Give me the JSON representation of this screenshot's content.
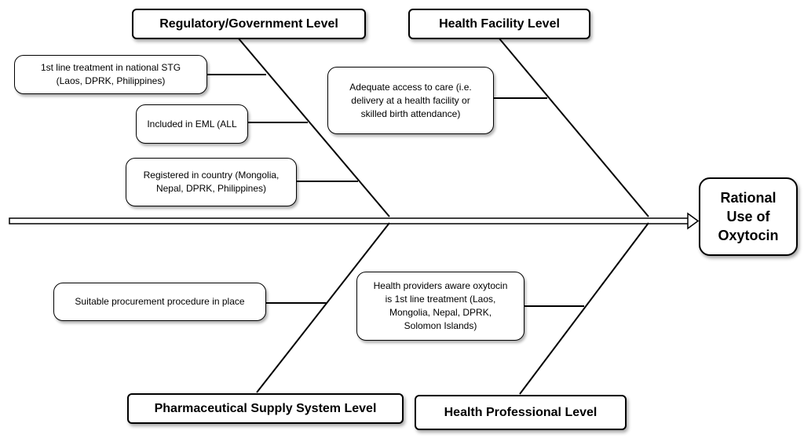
{
  "effect": {
    "label": "Rational\nUse of\nOxytocin"
  },
  "categories": {
    "regulatory": "Regulatory/Government Level",
    "facility": "Health Facility Level",
    "supply": "Pharmaceutical Supply System Level",
    "professional": "Health Professional Level"
  },
  "causes": {
    "stg": "1st line treatment in national STG\n(Laos, DPRK, Philippines)",
    "eml": "Included in EML (ALL",
    "registered": "Registered in country (Mongolia,\nNepal, DPRK, Philippines)",
    "access": "Adequate access to care (i.e.\ndelivery at a health facility or\nskilled birth attendance)",
    "procurement": "Suitable procurement procedure in place",
    "aware": "Health providers aware oxytocin\nis 1st line treatment (Laos,\nMongolia, Nepal, DPRK,\nSolomon Islands)"
  }
}
